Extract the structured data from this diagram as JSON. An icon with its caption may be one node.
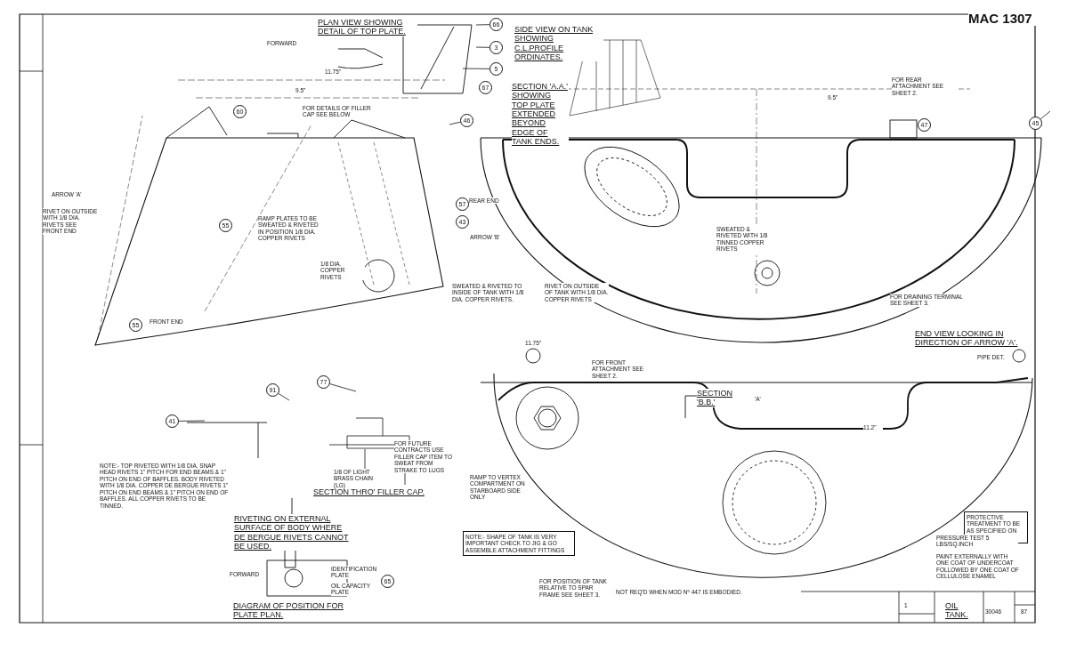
{
  "diagram": {
    "title": "OIL TANK.",
    "nodes": [
      {
        "text": [
          "66"
        ]
      },
      {
        "text": [
          "3"
        ]
      },
      {
        "text": [
          "5"
        ]
      },
      {
        "text": [
          "67"
        ]
      },
      {
        "text": [
          "46"
        ]
      },
      {
        "text": [
          "60"
        ]
      },
      {
        "text": [
          "55"
        ]
      },
      {
        "text": [
          "55"
        ]
      },
      {
        "text": [
          "57"
        ]
      },
      {
        "text": [
          "43"
        ]
      },
      {
        "text": [
          "47"
        ]
      },
      {
        "text": [
          "45"
        ]
      },
      {
        "text": [
          "41"
        ]
      },
      {
        "text": [
          "91"
        ]
      },
      {
        "text": [
          "77"
        ]
      },
      {
        "text": [
          "65"
        ]
      }
    ],
    "edges": [
      {
        "from": 0,
        "to": null,
        "arrow": "none"
      },
      {
        "from": 1,
        "to": null,
        "arrow": "none"
      },
      {
        "from": 2,
        "to": null,
        "arrow": "none"
      },
      {
        "from": 4,
        "to": null,
        "arrow": "none"
      },
      {
        "from": 11,
        "to": null,
        "arrow": "none"
      },
      {
        "from": 12,
        "to": null,
        "arrow": "none"
      },
      {
        "from": 13,
        "to": null,
        "arrow": "none"
      },
      {
        "from": 14,
        "to": null,
        "arrow": "none"
      }
    ],
    "labels": [
      "MAC 1307",
      "PLAN VIEW SHOWING DETAIL OF TOP PLATE.",
      "SIDE VIEW ON TANK SHOWING C.L.PROFILE ORDINATES.",
      "SECTION 'A.A.' SHOWING TOP PLATE EXTENDED BEYOND EDGE OF TANK ENDS.",
      "FORWARD",
      "11.75\"",
      "9.5\"",
      "FOR DETAILS OF FILLER CAP SEE BELOW",
      "ARROW 'A'",
      "RIVET ON OUTSIDE WITH 1/8 DIA. RIVETS SEE FRONT END",
      "FRONT END",
      "REAR END",
      "ARROW 'B'",
      "RAMP PLATES TO BE SWEATED & RIVETED IN POSITION 1/8 DIA. COPPER RIVETS",
      "1/8 DIA. COPPER RIVETS",
      "SWEATED & RIVETED TO INSIDE OF TANK WITH 1/8 DIA. COPPER RIVETS.",
      "RIVET ON OUTSIDE OF TANK WITH 1/8 DIA. COPPER RIVETS",
      "9.5\"",
      "SWEATED & RIVETED WITH 1/8 TINNED COPPER RIVETS",
      "FOR DRAINING TERMINAL SEE SHEET 3.",
      "END VIEW LOOKING IN DIRECTION OF ARROW 'A'.",
      "PIPE DET.",
      "FOR FRONT ATTACHMENT SEE SHEET 2.",
      "FOR REAR ATTACHMENT SEE SHEET 2.",
      "11.75\"",
      "SECTION 'B.B.'",
      "'A'",
      "11.2\"",
      "SECTION THRO' FILLER CAP.",
      "1/8 OF LIGHT BRASS CHAIN (LG)",
      "RAMP TO VERTEX COMPARTMENT ON STARBOARD SIDE ONLY",
      "NOTE:- TOP RIVETED WITH 1/8 DIA. SNAP HEAD RIVETS 1\" PITCH FOR END BEAMS & 1\" PITCH ON END OF BAFFLES. BODY RIVETED WITH 1/8 DIA. COPPER DE BERGUE RIVETS 1\" PITCH ON END BEAMS & 1\" PITCH ON END OF BAFFLES. ALL COPPER RIVETS TO BE TINNED.",
      "RIVETING ON EXTERNAL SURFACE OF BODY WHERE DE BERGUE RIVETS CANNOT BE USED.",
      "DIAGRAM OF POSITION FOR PLATE PLAN.",
      "FORWARD",
      "IDENTIFICATION PLATE",
      "OIL CAPACITY PLATE",
      "NOTE:- SHAPE OF TANK IS VERY IMPORTANT CHECK TO JIG & GO ASSEMBLE ATTACHMENT FITTINGS",
      "FOR POSITION OF TANK RELATIVE TO SPAR FRAME SEE SHEET 3.",
      "NOT REQ'D WHEN MOD Nº 447 IS EMBODIED.",
      "PROTECTIVE TREATMENT TO BE AS SPECIFIED ON DRG.",
      "PRESSURE TEST 5 LBS/SQ.INCH",
      "PAINT EXTERNALLY WITH ONE COAT OF UNDERCOAT FOLLOWED BY ONE COAT OF CELLULOSE ENAMEL",
      "30046",
      "87",
      "1",
      "FOR FUTURE CONTRACTS USE FILLER CAP ITEM TO SWEAT FROM STRAKE TO LUGS"
    ]
  }
}
